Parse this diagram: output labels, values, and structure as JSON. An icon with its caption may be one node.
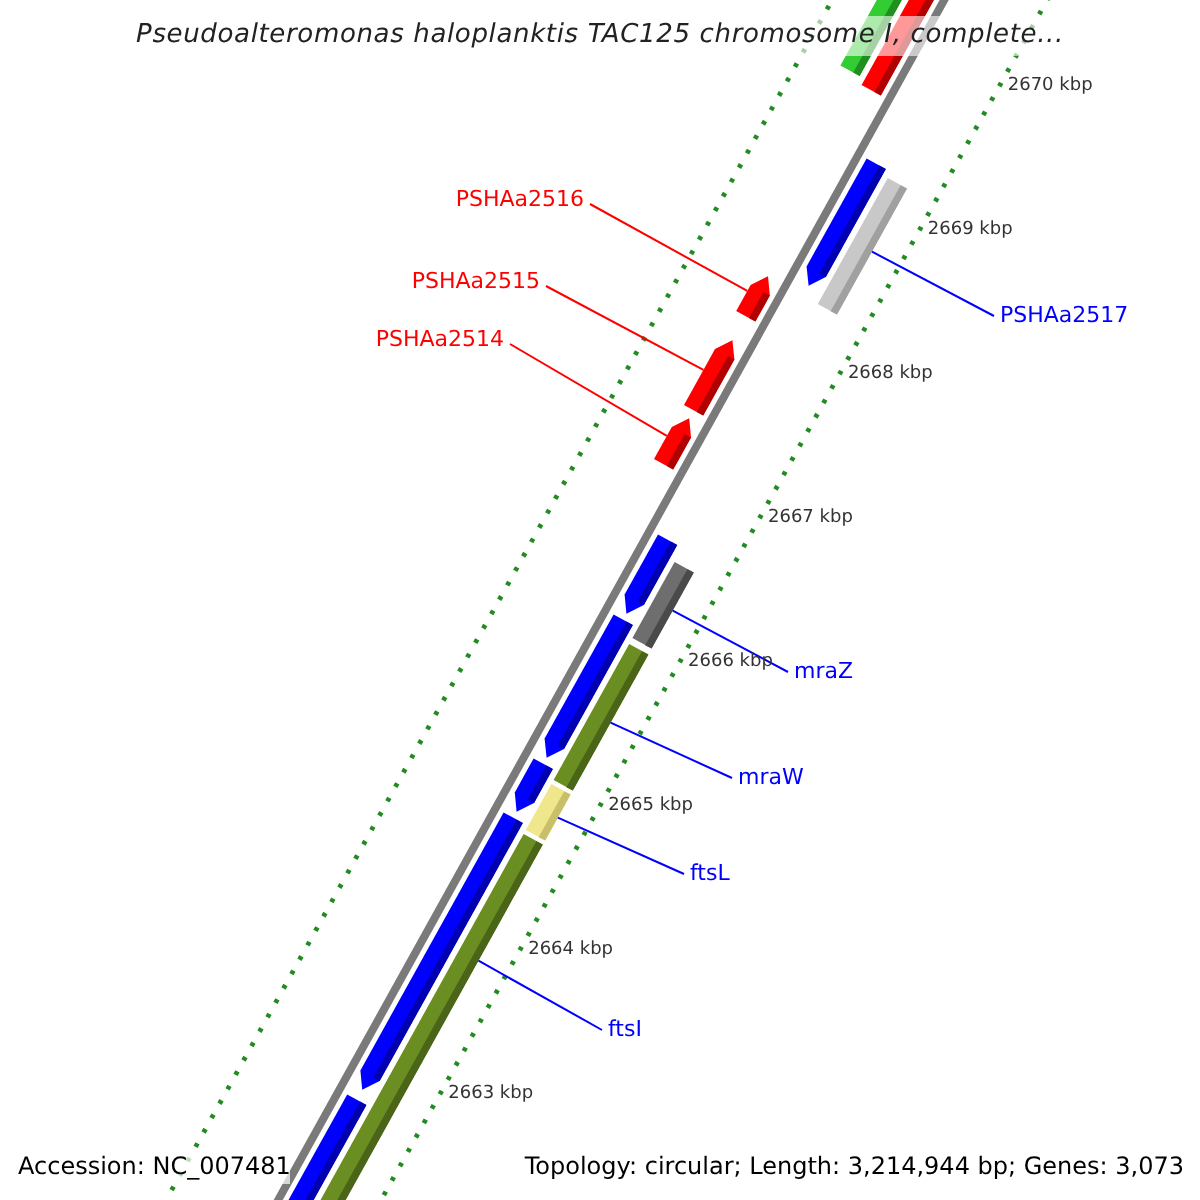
{
  "diagram": {
    "title": "Pseudoalteromonas haloplanktis TAC125 chromosome I, complete...",
    "nodes": [
      {
        "text": [
          "PSHAa2516"
        ]
      },
      {
        "text": [
          "PSHAa2515"
        ]
      },
      {
        "text": [
          "PSHAa2517"
        ]
      },
      {
        "text": [
          "PSHAa2514"
        ]
      },
      {
        "text": [
          "mraZ"
        ]
      },
      {
        "text": [
          "mraW"
        ]
      },
      {
        "text": [
          "ftsL"
        ]
      },
      {
        "text": [
          "ftsI"
        ]
      },
      {
        "text": [],
        "shape": "bar"
      },
      {
        "text": [],
        "shape": "bar"
      },
      {
        "text": [],
        "shape": "bar"
      },
      {
        "text": [],
        "shape": "bar"
      },
      {
        "text": [],
        "shape": "bar"
      },
      {
        "text": [],
        "shape": "bar"
      },
      {
        "text": [],
        "shape": "bar"
      },
      {
        "text": [],
        "shape": "bar"
      }
    ],
    "edges": [
      {
        "from": 0,
        "to": 9,
        "arrow": "none",
        "color": "#ff0000"
      },
      {
        "from": 1,
        "to": 10,
        "arrow": "none",
        "color": "#ff0000"
      },
      {
        "from": 2,
        "to": 8,
        "arrow": "none"
      },
      {
        "from": 3,
        "to": 11,
        "arrow": "none",
        "color": "#ff0000"
      },
      {
        "from": 4,
        "to": 12,
        "arrow": "none"
      },
      {
        "from": 5,
        "to": 13,
        "arrow": "none"
      },
      {
        "from": 6,
        "to": 14,
        "arrow": "none"
      },
      {
        "from": 7,
        "to": 15,
        "arrow": "none"
      }
    ],
    "labels": [
      "2670 kbp",
      "2669 kbp",
      "2668 kbp",
      "2667 kbp",
      "2666 kbp",
      "2665 kbp",
      "2664 kbp",
      "2663 kbp",
      "Accession: NC_007481",
      "Topology: circular; Length: 3,214,944 bp; Genes: 3,073"
    ]
  }
}
